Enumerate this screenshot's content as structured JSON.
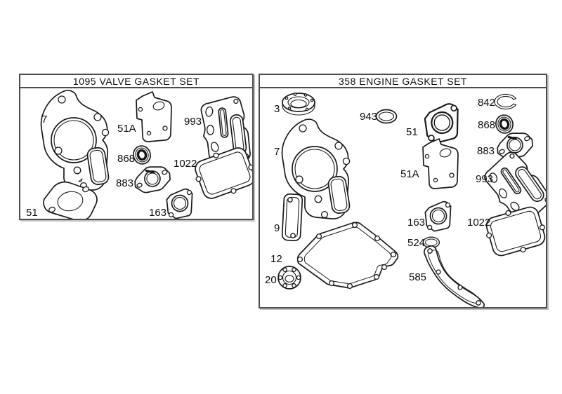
{
  "document": {
    "background_color": "#ffffff",
    "line_color": "#1a1a1a",
    "border_color": "#4c4c4c"
  },
  "panels": [
    {
      "id": "valve-gasket-set",
      "title": "1095 VALVE GASKET SET",
      "parts": [
        {
          "label": "7"
        },
        {
          "label": "51A"
        },
        {
          "label": "993"
        },
        {
          "label": "868"
        },
        {
          "label": "883"
        },
        {
          "label": "1022"
        },
        {
          "label": "163"
        },
        {
          "label": "51"
        }
      ]
    },
    {
      "id": "engine-gasket-set",
      "title": "358 ENGINE GASKET SET",
      "parts": [
        {
          "label": "3"
        },
        {
          "label": "943"
        },
        {
          "label": "51"
        },
        {
          "label": "842"
        },
        {
          "label": "868"
        },
        {
          "label": "883"
        },
        {
          "label": "51A"
        },
        {
          "label": "7"
        },
        {
          "label": "993"
        },
        {
          "label": "9"
        },
        {
          "label": "163"
        },
        {
          "label": "1022"
        },
        {
          "label": "12"
        },
        {
          "label": "524"
        },
        {
          "label": "20"
        },
        {
          "label": "585"
        }
      ]
    }
  ]
}
